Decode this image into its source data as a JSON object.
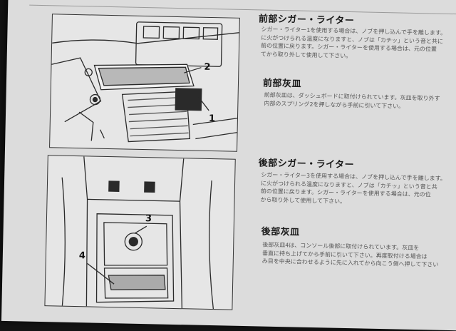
{
  "sections": [
    {
      "heading": "前部シガー・ライター",
      "lines": [
        "シガー・ライター1を使用する場合は、ノブを押し込んで手を離します。",
        "に火がつけられる温度になりますと、ノブは「カチッ」という音と共に",
        "前の位置に戻ります。シガー・ライターを使用する場合は、元の位置",
        "てから取り外して使用して下さい。"
      ]
    },
    {
      "heading": "前部灰皿",
      "lines": [
        "前部灰皿は、ダッシュボードに取付けられています。灰皿を取り外す",
        "内部のスプリング2を押しながら手前に引いて下さい。"
      ]
    },
    {
      "heading": "後部シガー・ライター",
      "lines": [
        "シガー・ライター3を使用する場合は、ノブを押し込んで手を離します。",
        "に火がつけられる温度になりますと、ノブは「カチッ」という音と共",
        "前の位置に戻ります。シガー・ライターを使用する場合は、元の位",
        "から取り外して使用して下さい。"
      ]
    },
    {
      "heading": "後部灰皿",
      "lines": [
        "後部灰皿4は、コンソール後部に取付けられています。灰皿を",
        "垂直に持ち上げてから手前に引いて下さい。再度取付ける場合は",
        "み目を中央に合わせるように先に入れてから向こう側へ押して下さい"
      ]
    }
  ],
  "figures": {
    "top": {
      "callouts": [
        "2",
        "1"
      ]
    },
    "bottom": {
      "callouts": [
        "3",
        "4"
      ]
    }
  }
}
